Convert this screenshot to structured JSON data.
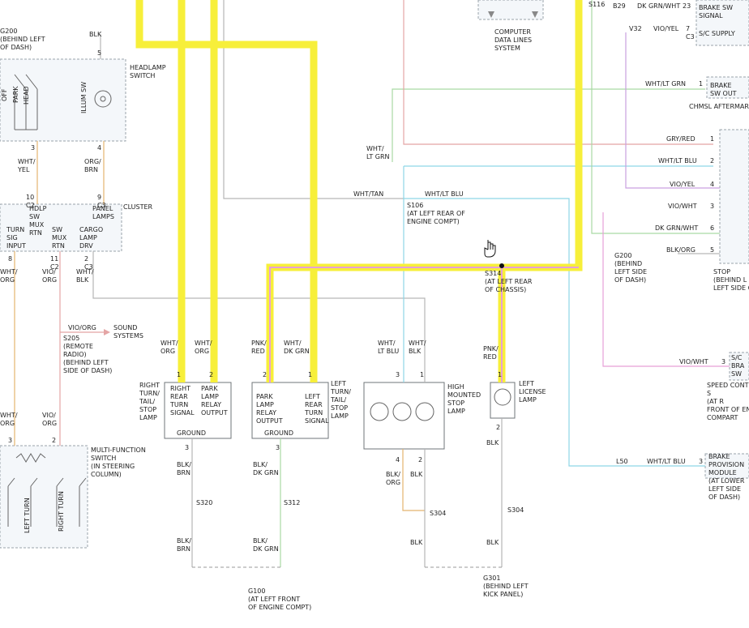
{
  "colors": {
    "highlight": "#f7ef3a",
    "wire_pink": "#e7a0d8",
    "wire_orange": "#e4b36f",
    "wire_cyan": "#8ed6e6",
    "wire_green": "#a9d9a3",
    "wire_red": "#e4a5a5",
    "wire_violet": "#c9a0e0",
    "wire_grey": "#b6b6b6",
    "component_fill": "#f4f7fa"
  },
  "icons": [
    "hand-cursor-icon",
    "arrow-right-icon"
  ],
  "labels": [
    {
      "name": "g200-top-left",
      "lines": [
        "G200",
        "(BEHIND LEFT",
        "OF DASH)"
      ]
    },
    {
      "name": "blk-top",
      "lines": [
        "BLK"
      ]
    },
    {
      "name": "pin-5-headlamp",
      "lines": [
        "5"
      ]
    },
    {
      "name": "headlamp-switch",
      "lines": [
        "HEADLAMP",
        "SWITCH"
      ]
    },
    {
      "name": "switch-off",
      "lines": [
        "OFF"
      ]
    },
    {
      "name": "switch-park",
      "lines": [
        "PARK"
      ]
    },
    {
      "name": "switch-head",
      "lines": [
        "HEAD"
      ]
    },
    {
      "name": "illum-sw",
      "lines": [
        "ILLUM SW"
      ]
    },
    {
      "name": "pin-3-headlamp",
      "lines": [
        "3"
      ]
    },
    {
      "name": "pin-4-headlamp",
      "lines": [
        "4"
      ]
    },
    {
      "name": "wht-yel",
      "lines": [
        "WHT/",
        "YEL"
      ]
    },
    {
      "name": "org-brn",
      "lines": [
        "ORG/",
        "BRN"
      ]
    },
    {
      "name": "pin-10-c2",
      "lines": [
        "10",
        "C2"
      ]
    },
    {
      "name": "pin-9-c3",
      "lines": [
        "9",
        "C3"
      ]
    },
    {
      "name": "cluster",
      "lines": [
        "CLUSTER"
      ]
    },
    {
      "name": "hdlp-sw-mux-rtn",
      "lines": [
        "HDLP",
        "SW",
        "MUX",
        "RTN"
      ]
    },
    {
      "name": "panel-lamps",
      "lines": [
        "PANEL",
        "LAMPS"
      ]
    },
    {
      "name": "turn-sig-input",
      "lines": [
        "TURN",
        "SIG",
        "INPUT"
      ]
    },
    {
      "name": "sw-mux-rtn",
      "lines": [
        "SW",
        "MUX",
        "RTN"
      ]
    },
    {
      "name": "cargo-lamp-drv",
      "lines": [
        "CARGO",
        "LAMP",
        "DRV"
      ]
    },
    {
      "name": "pin-8",
      "lines": [
        "8"
      ]
    },
    {
      "name": "pin-11-c2",
      "lines": [
        "11",
        "C2"
      ]
    },
    {
      "name": "pin-2-c3",
      "lines": [
        "2",
        "C3"
      ]
    },
    {
      "name": "wht-org-left",
      "lines": [
        "WHT/",
        "ORG"
      ]
    },
    {
      "name": "vio-org-cluster",
      "lines": [
        "VIO/",
        "ORG"
      ]
    },
    {
      "name": "wht-blk-cluster",
      "lines": [
        "WHT/",
        "BLK"
      ]
    },
    {
      "name": "vio-org-sound",
      "lines": [
        "VIO/ORG"
      ]
    },
    {
      "name": "sound-systems",
      "lines": [
        "SOUND",
        "SYSTEMS"
      ]
    },
    {
      "name": "s205",
      "lines": [
        "S205",
        "(REMOTE",
        "RADIO)",
        "(BEHIND LEFT",
        "SIDE OF DASH)"
      ]
    },
    {
      "name": "wht-org-mfs",
      "lines": [
        "WHT/",
        "ORG"
      ]
    },
    {
      "name": "vio-org-mfs",
      "lines": [
        "VIO/",
        "ORG"
      ]
    },
    {
      "name": "pin-3-mfs",
      "lines": [
        "3"
      ]
    },
    {
      "name": "pin-2-mfs",
      "lines": [
        "2"
      ]
    },
    {
      "name": "multi-function-switch",
      "lines": [
        "MULTI-FUNCTION",
        "SWITCH",
        "(IN STEERING",
        "COLUMN)"
      ]
    },
    {
      "name": "left-turn",
      "lines": [
        "LEFT TURN"
      ]
    },
    {
      "name": "right-turn",
      "lines": [
        "RIGHT TURN"
      ]
    },
    {
      "name": "computer-data-lines",
      "lines": [
        "COMPUTER",
        "DATA LINES",
        "SYSTEM"
      ]
    },
    {
      "name": "wht-lt-grn",
      "lines": [
        "WHT/",
        "LT GRN"
      ]
    },
    {
      "name": "wht-tan",
      "lines": [
        "WHT/TAN"
      ]
    },
    {
      "name": "wht-lt-blu-s106",
      "lines": [
        "WHT/LT BLU"
      ]
    },
    {
      "name": "s106",
      "lines": [
        "S106",
        "(AT LEFT REAR OF",
        "ENGINE COMPT)"
      ]
    },
    {
      "name": "s314",
      "lines": [
        "S314",
        "(AT LEFT REAR",
        "OF CHASSIS)"
      ]
    },
    {
      "name": "wht-org-rr",
      "lines": [
        "WHT/",
        "ORG"
      ]
    },
    {
      "name": "wht-org-rr2",
      "lines": [
        "WHT/",
        "ORG"
      ]
    },
    {
      "name": "pnk-red-lr",
      "lines": [
        "PNK/",
        "RED"
      ]
    },
    {
      "name": "wht-dk-grn",
      "lines": [
        "WHT/",
        "DK GRN"
      ]
    },
    {
      "name": "wht-lt-blu-hm",
      "lines": [
        "WHT/",
        "LT BLU"
      ]
    },
    {
      "name": "wht-blk-hm",
      "lines": [
        "WHT/",
        "BLK"
      ]
    },
    {
      "name": "pnk-red-lic",
      "lines": [
        "PNK/",
        "RED"
      ]
    },
    {
      "name": "right-turn-stop-lamp",
      "lines": [
        "RIGHT",
        "TURN/",
        "TAIL/",
        "STOP",
        "LAMP"
      ]
    },
    {
      "name": "rr-pin-1",
      "lines": [
        "1"
      ]
    },
    {
      "name": "rr-pin-2",
      "lines": [
        "2"
      ]
    },
    {
      "name": "rr-right-rear-turn",
      "lines": [
        "RIGHT",
        "REAR",
        "TURN",
        "SIGNAL"
      ]
    },
    {
      "name": "rr-park-lamp-relay",
      "lines": [
        "PARK",
        "LAMP",
        "RELAY",
        "OUTPUT"
      ]
    },
    {
      "name": "rr-ground",
      "lines": [
        "GROUND"
      ]
    },
    {
      "name": "rr-pin-3",
      "lines": [
        "3"
      ]
    },
    {
      "name": "lr-pin-2",
      "lines": [
        "2"
      ]
    },
    {
      "name": "lr-pin-1",
      "lines": [
        "1"
      ]
    },
    {
      "name": "lr-park-lamp-relay",
      "lines": [
        "PARK",
        "LAMP",
        "RELAY",
        "OUTPUT"
      ]
    },
    {
      "name": "lr-left-rear-turn",
      "lines": [
        "LEFT",
        "REAR",
        "TURN",
        "SIGNAL"
      ]
    },
    {
      "name": "lr-ground",
      "lines": [
        "GROUND"
      ]
    },
    {
      "name": "lr-pin-3",
      "lines": [
        "3"
      ]
    },
    {
      "name": "left-turn-stop-lamp",
      "lines": [
        "LEFT",
        "TURN/",
        "TAIL/",
        "STOP",
        "LAMP"
      ]
    },
    {
      "name": "hm-pin-3",
      "lines": [
        "3"
      ]
    },
    {
      "name": "hm-pin-1",
      "lines": [
        "1"
      ]
    },
    {
      "name": "high-mounted-stop-lamp",
      "lines": [
        "HIGH",
        "MOUNTED",
        "STOP",
        "LAMP"
      ]
    },
    {
      "name": "hm-pin-4",
      "lines": [
        "4"
      ]
    },
    {
      "name": "hm-pin-2",
      "lines": [
        "2"
      ]
    },
    {
      "name": "lic-pin-1",
      "lines": [
        "1"
      ]
    },
    {
      "name": "left-license-lamp",
      "lines": [
        "LEFT",
        "LICENSE",
        "LAMP"
      ]
    },
    {
      "name": "lic-pin-2",
      "lines": [
        "2"
      ]
    },
    {
      "name": "blk-lic",
      "lines": [
        "BLK"
      ]
    },
    {
      "name": "blk-brn-rr",
      "lines": [
        "BLK/",
        "BRN"
      ]
    },
    {
      "name": "blk-dk-grn-lr",
      "lines": [
        "BLK/",
        "DK GRN"
      ]
    },
    {
      "name": "blk-org-hm",
      "lines": [
        "BLK/",
        "ORG"
      ]
    },
    {
      "name": "blk-hm",
      "lines": [
        "BLK"
      ]
    },
    {
      "name": "s320",
      "lines": [
        "S320"
      ]
    },
    {
      "name": "s312",
      "lines": [
        "S312"
      ]
    },
    {
      "name": "s304-hm",
      "lines": [
        "S304"
      ]
    },
    {
      "name": "s304-lic",
      "lines": [
        "S304"
      ]
    },
    {
      "name": "blk-brn-bottom",
      "lines": [
        "BLK/",
        "BRN"
      ]
    },
    {
      "name": "blk-dk-grn-bottom",
      "lines": [
        "BLK/",
        "DK GRN"
      ]
    },
    {
      "name": "blk-bottom-hm",
      "lines": [
        "BLK"
      ]
    },
    {
      "name": "blk-bottom-lic",
      "lines": [
        "BLK"
      ]
    },
    {
      "name": "g100",
      "lines": [
        "G100",
        "(AT LEFT FRONT",
        "OF ENGINE COMPT)"
      ]
    },
    {
      "name": "g301",
      "lines": [
        "G301",
        "(BEHIND LEFT",
        "KICK PANEL)"
      ]
    },
    {
      "name": "s116",
      "lines": [
        "S116"
      ]
    },
    {
      "name": "b29",
      "lines": [
        "B29"
      ]
    },
    {
      "name": "dk-grn-wht-top",
      "lines": [
        "DK GRN/WHT"
      ]
    },
    {
      "name": "pin-23",
      "lines": [
        "23"
      ]
    },
    {
      "name": "brake-sw-signal",
      "lines": [
        "BRAKE SW",
        "SIGNAL"
      ]
    },
    {
      "name": "v32",
      "lines": [
        "V32"
      ]
    },
    {
      "name": "vio-yel-top",
      "lines": [
        "VIO/YEL"
      ]
    },
    {
      "name": "pin-7-c3",
      "lines": [
        "7",
        "C3"
      ]
    },
    {
      "name": "sc-supply",
      "lines": [
        "S/C SUPPLY"
      ]
    },
    {
      "name": "wht-lt-grn-right",
      "lines": [
        "WHT/LT GRN"
      ]
    },
    {
      "name": "pin-1-brake",
      "lines": [
        "1"
      ]
    },
    {
      "name": "brake-sw-out",
      "lines": [
        "BRAKE",
        "SW OUT"
      ]
    },
    {
      "name": "chmsl-aftermarket",
      "lines": [
        "CHMSL AFTERMARKET"
      ]
    },
    {
      "name": "gry-red",
      "lines": [
        "GRY/RED"
      ]
    },
    {
      "name": "wht-lt-blu-right",
      "lines": [
        "WHT/LT BLU"
      ]
    },
    {
      "name": "vio-yel-right",
      "lines": [
        "VIO/YEL"
      ]
    },
    {
      "name": "vio-wht-right",
      "lines": [
        "VIO/WHT"
      ]
    },
    {
      "name": "dk-grn-wht-right",
      "lines": [
        "DK GRN/WHT"
      ]
    },
    {
      "name": "blk-org-right",
      "lines": [
        "BLK/ORG"
      ]
    },
    {
      "name": "pin-1-stop",
      "lines": [
        "1"
      ]
    },
    {
      "name": "pin-2-stop",
      "lines": [
        "2"
      ]
    },
    {
      "name": "pin-4-stop",
      "lines": [
        "4"
      ]
    },
    {
      "name": "pin-3-stop",
      "lines": [
        "3"
      ]
    },
    {
      "name": "pin-6-stop",
      "lines": [
        "6"
      ]
    },
    {
      "name": "pin-5-stop",
      "lines": [
        "5"
      ]
    },
    {
      "name": "g200-right",
      "lines": [
        "G200",
        "(BEHIND",
        "LEFT SIDE",
        "OF DASH)"
      ]
    },
    {
      "name": "stop-lamp-switch",
      "lines": [
        "STOP",
        "(BEHIND L",
        "LEFT SIDE OF"
      ]
    },
    {
      "name": "vio-wht-speed",
      "lines": [
        "VIO/WHT"
      ]
    },
    {
      "name": "pin-3-speed",
      "lines": [
        "3"
      ]
    },
    {
      "name": "sc-brk-sw",
      "lines": [
        "S/C",
        "BRA",
        "SW"
      ]
    },
    {
      "name": "speed-control",
      "lines": [
        "SPEED CONT",
        "S",
        "(AT R",
        "FRONT OF EN",
        "COMPART"
      ]
    },
    {
      "name": "l50",
      "lines": [
        "L50"
      ]
    },
    {
      "name": "wht-lt-blu-l50",
      "lines": [
        "WHT/LT BLU"
      ]
    },
    {
      "name": "pin-3-bpm",
      "lines": [
        "3"
      ]
    },
    {
      "name": "brake-provision-module",
      "lines": [
        "BRAKE",
        "PROVISION",
        "MODULE",
        "(AT LOWER",
        "LEFT SIDE",
        "OF DASH)"
      ]
    }
  ]
}
